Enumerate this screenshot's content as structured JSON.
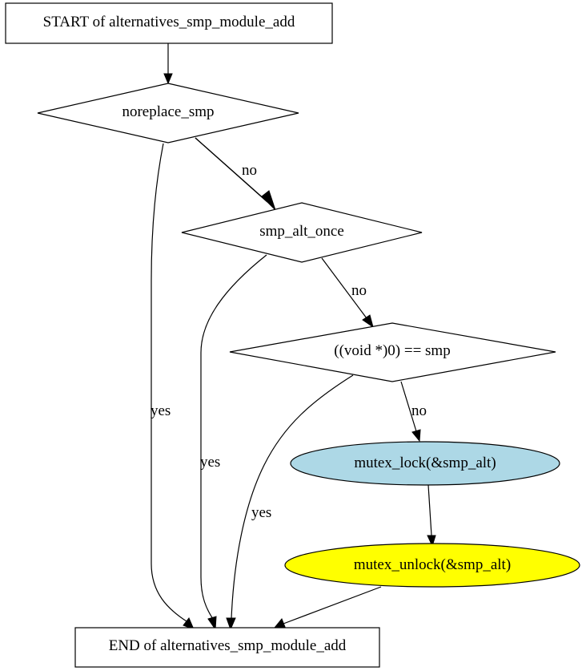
{
  "nodes": {
    "start": {
      "label": "START of alternatives_smp_module_add"
    },
    "noreplace": {
      "label": "noreplace_smp"
    },
    "alt_once": {
      "label": "smp_alt_once"
    },
    "null_check": {
      "label": "((void *)0) == smp"
    },
    "lock": {
      "label": "mutex_lock(&smp_alt)",
      "fill": "#add8e6"
    },
    "unlock": {
      "label": "mutex_unlock(&smp_alt)",
      "fill": "#ffff00"
    },
    "end": {
      "label": "END of alternatives_smp_module_add"
    }
  },
  "edges": {
    "noreplace_no": "no",
    "noreplace_yes": "yes",
    "alt_once_no": "no",
    "alt_once_yes": "yes",
    "null_no": "no",
    "null_yes": "yes"
  }
}
